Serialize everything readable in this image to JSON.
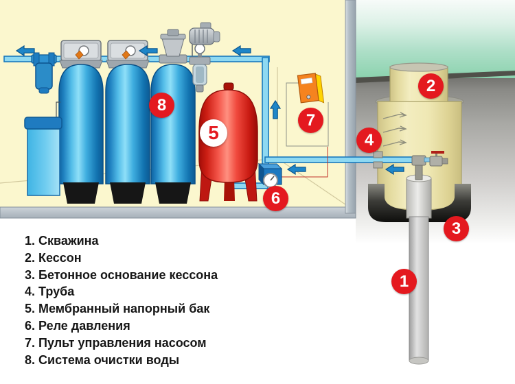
{
  "legend": {
    "items": [
      "1. Скважина",
      "2. Кессон",
      "3. Бетонное основание кессона",
      "4. Труба",
      "5. Мембранный напорный бак",
      "6. Реле давления",
      "7. Пульт управления насосом",
      "8. Система очистки воды"
    ]
  },
  "badges": [
    {
      "number": "1",
      "label": "Скважина",
      "variant": "red"
    },
    {
      "number": "2",
      "label": "Кессон",
      "variant": "red"
    },
    {
      "number": "3",
      "label": "Бетонное основание кессона",
      "variant": "red"
    },
    {
      "number": "4",
      "label": "Труба",
      "variant": "red"
    },
    {
      "number": "5",
      "label": "Мембранный напорный бак",
      "variant": "white"
    },
    {
      "number": "6",
      "label": "Реле давления",
      "variant": "red"
    },
    {
      "number": "7",
      "label": "Пульт управления насосом",
      "variant": "red"
    },
    {
      "number": "8",
      "label": "Система очистки воды",
      "variant": "red"
    }
  ],
  "icons": {
    "flow_arrow_left": "◀",
    "flow_arrow_up": "▲"
  },
  "colors": {
    "badge_red": "#e4191f",
    "badge_number_white": "#ffffff",
    "badge5_bg": "#ffffff",
    "badge5_number": "#e4191f",
    "room_wall_yellow": "#fbf7ce",
    "partition_gray": "#a9b4bd",
    "pipe_fill": "#8ed9f2",
    "pipe_outline": "#1878bc",
    "flow_arrow_blue": "#1e86c8",
    "tank_blue": "#2b9ad4",
    "membrane_tank_red": "#ee3a30",
    "relay_blue": "#1c78c0",
    "panel_orange": "#f5831f",
    "panel_side_yellow": "#ffd400",
    "grass_green": "#9ad8bc",
    "underground_gray": "#8a8a8a",
    "caisson_yellow": "#efe9b4",
    "concrete_dark": "#1a1a18",
    "legend_text": "#161616"
  }
}
